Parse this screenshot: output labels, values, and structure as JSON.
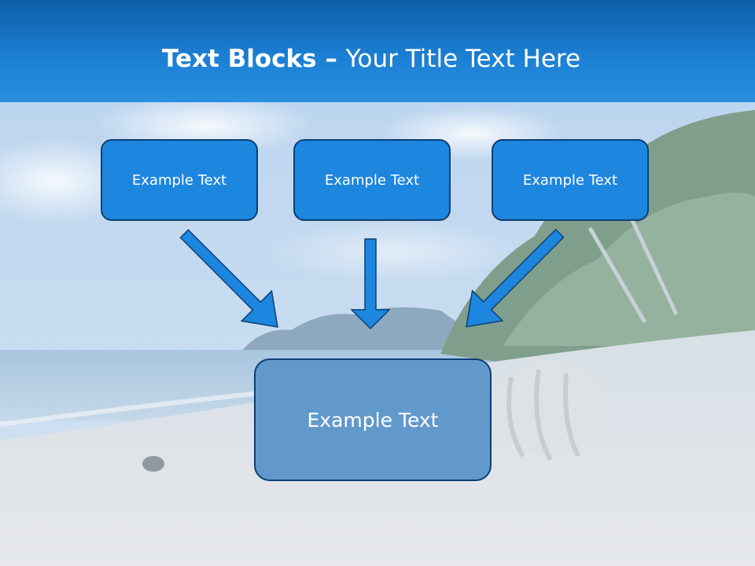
{
  "slide": {
    "title_bold": "Text Blocks",
    "title_dash": " – ",
    "title_rest": "Your Title Text Here",
    "boxes_top": [
      {
        "label": "Example Text"
      },
      {
        "label": "Example Text"
      },
      {
        "label": "Example Text"
      }
    ],
    "box_bottom": {
      "label": "Example Text"
    }
  },
  "colors": {
    "title_bar": "#1b7fd3",
    "box_top_fill": "#1d86df",
    "box_bottom_fill": "#6299cc",
    "arrow_fill": "#1d86df",
    "outline": "#0d3f73"
  },
  "icons": [
    "down-right-arrow-icon",
    "down-arrow-icon",
    "down-left-arrow-icon"
  ]
}
